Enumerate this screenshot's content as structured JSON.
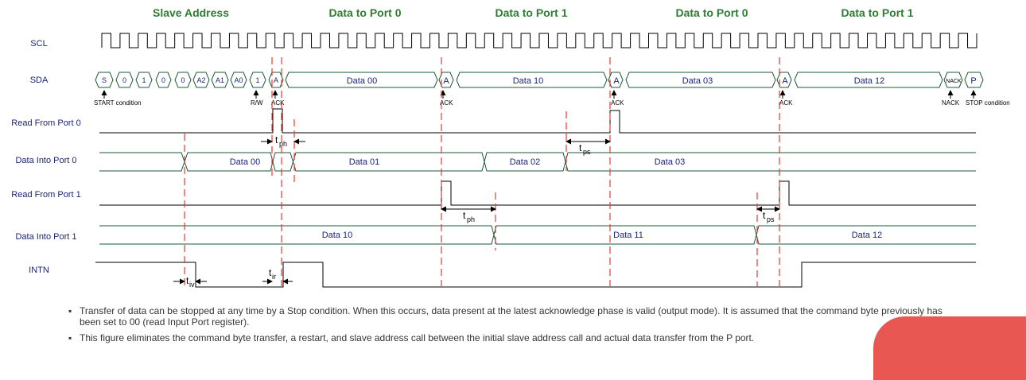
{
  "headers": {
    "slave_address": "Slave Address",
    "data_port0_a": "Data to Port 0",
    "data_port1_a": "Data to Port 1",
    "data_port0_b": "Data to Port 0",
    "data_port1_b": "Data to Port 1"
  },
  "signals": {
    "scl": "SCL",
    "sda": "SDA",
    "read_port0": "Read From Port 0",
    "data_into_port0": "Data Into Port 0",
    "read_port1": "Read From Port 1",
    "data_into_port1": "Data Into Port 1",
    "intn": "INTN"
  },
  "sda_cells": [
    "S",
    "0",
    "1",
    "0",
    "0",
    "A2",
    "A1",
    "A0",
    "1",
    "A"
  ],
  "sda_data": {
    "d00": "Data 00",
    "ack1": "A",
    "d10": "Data 10",
    "ack2": "A",
    "d03": "Data 03",
    "ack3": "A",
    "d12": "Data 12",
    "nack": "NACK",
    "stop": "P"
  },
  "sda_labels": {
    "start": "START condition",
    "rw": "R/W",
    "ack0": "ACK",
    "ack1": "ACK",
    "ack2": "ACK",
    "ack3": "ACK",
    "nack": "NACK",
    "stop": "STOP condition"
  },
  "port0_bus": [
    "Data  00",
    "Data  01",
    "Data  02",
    "Data  03"
  ],
  "port1_bus": [
    "Data  10",
    "Data  11",
    "Data  12"
  ],
  "timing": {
    "t": "t",
    "ph": "ph",
    "ps": "ps",
    "iv": "iv",
    "ir": "ir"
  },
  "notes": [
    "Transfer of data can be stopped at any time by a Stop condition. When this occurs, data present at the latest acknowledge phase is valid (output mode). It is assumed that the command byte previously has been set to 00 (read Input Port register).",
    "This figure eliminates the command byte transfer, a restart, and slave address call between the initial slave address call and actual data transfer from the P port."
  ],
  "bullet": "▪"
}
